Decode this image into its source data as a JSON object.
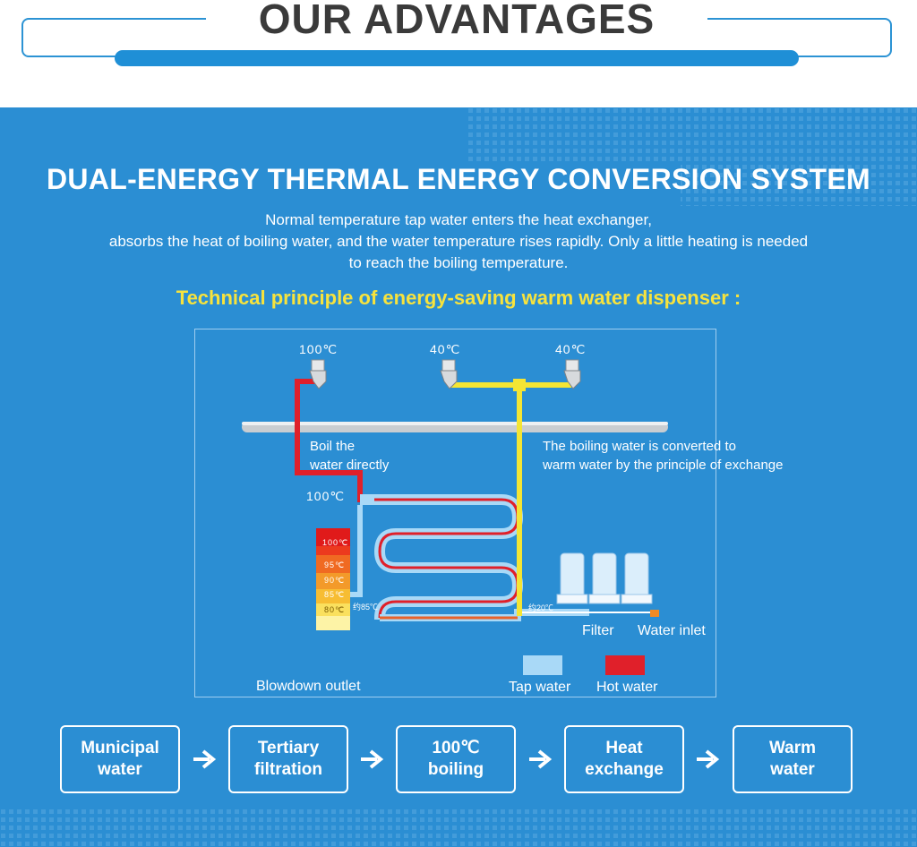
{
  "header": {
    "title": "OUR ADVANTAGES"
  },
  "main": {
    "title": "DUAL-ENERGY THERMAL ENERGY CONVERSION SYSTEM",
    "description_lines": [
      "Normal temperature tap water enters the heat exchanger,",
      "absorbs the heat of boiling water, and the water temperature rises rapidly. Only a little heating is needed",
      "to reach the boiling temperature."
    ],
    "subtitle": "Technical principle of energy-saving warm water dispenser :"
  },
  "diagram": {
    "faucets": [
      {
        "temp": "100℃"
      },
      {
        "temp": "40℃"
      },
      {
        "temp": "40℃"
      }
    ],
    "boil_label": [
      "Boil the",
      "water directly"
    ],
    "exchange_label": [
      "The boiling water is converted to",
      "warm water by the principle of exchange"
    ],
    "boil_temp": "100℃",
    "gauge_levels": [
      "100℃",
      "95℃",
      "90℃",
      "85℃",
      "80℃"
    ],
    "approx_85": "约85℃",
    "approx_20": "约20℃",
    "filter_label": "Filter",
    "water_inlet_label": "Water inlet",
    "blowdown_label": "Blowdown outlet",
    "legend": [
      {
        "label": "Tap water",
        "color": "#a9d9f7"
      },
      {
        "label": "Hot water",
        "color": "#e0202a"
      }
    ]
  },
  "flow": {
    "steps": [
      [
        "Municipal",
        "water"
      ],
      [
        "Tertiary",
        "filtration"
      ],
      [
        "100℃",
        "boiling"
      ],
      [
        "Heat",
        "exchange"
      ],
      [
        "Warm",
        "water"
      ]
    ]
  },
  "colors": {
    "panel_blue": "#2b8ed3",
    "hot_pipe": "#e0202a",
    "warm_pipe": "#f4e534",
    "cold_pipe": "#a9d9f7",
    "subtitle_yellow": "#f7e33d"
  }
}
